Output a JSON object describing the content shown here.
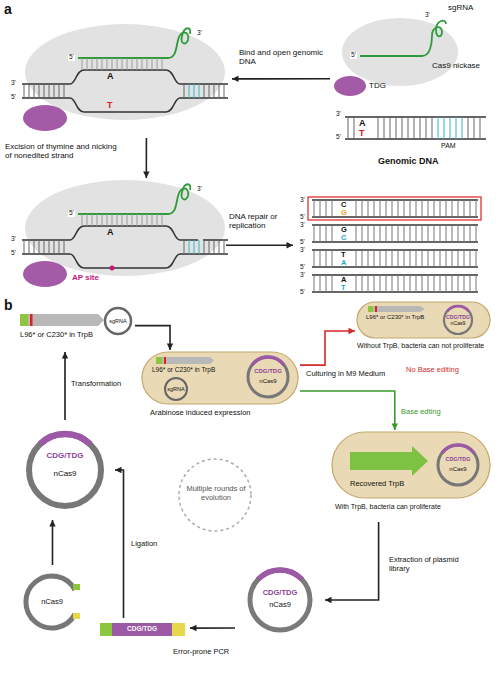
{
  "diagram": {
    "nodes": [
      {
        "text": [
          "sgRNA",
          "Cas9 nickase",
          "TDG"
        ]
      },
      {
        "text": [
          "A",
          "T",
          "PAM",
          "Genomic DNA"
        ]
      },
      {
        "text": [
          "A",
          "T"
        ]
      },
      {
        "text": [
          "A",
          "AP site"
        ]
      },
      {
        "text": [
          "C",
          "G",
          "G",
          "C",
          "T",
          "A",
          "A",
          "T"
        ]
      },
      {
        "text": [
          "L96* or C230* in TrpB",
          "sgRNA"
        ]
      },
      {
        "text": [
          "L96* or C230* in TrpB",
          "sgRNA",
          "CDG/TDG",
          "nCas9",
          "Arabinose induced expression"
        ]
      },
      {
        "text": [
          "L96* or C230* in TrpB",
          "CDG/TDG",
          "nCas9",
          "Without TrpB, bacteria can not proliferate"
        ]
      },
      {
        "text": [
          "Recovered TrpB",
          "CDG/TDG",
          "nCas9",
          "With TrpB, bacteria can proliferate"
        ]
      },
      {
        "text": [
          "CDG/TDG",
          "nCas9"
        ]
      },
      {
        "text": [
          "CDG/TDG"
        ]
      },
      {
        "text": [
          "nCas9"
        ]
      },
      {
        "text": [
          "CDG/TDG",
          "nCas9"
        ]
      }
    ],
    "edges": [
      {
        "from": 0,
        "to": 2,
        "arrow": "to",
        "label": "Bind and open genomic DNA"
      },
      {
        "from": 2,
        "to": 3,
        "arrow": "to",
        "label": "Excision of thymine and nicking of nonedited strand"
      },
      {
        "from": 3,
        "to": 4,
        "arrow": "to",
        "label": "DNA repair or replication"
      },
      {
        "from": 5,
        "to": 6,
        "arrow": "to"
      },
      {
        "from": 6,
        "to": 7,
        "arrow": "to",
        "label": "No Base editing"
      },
      {
        "from": 6,
        "to": 8,
        "arrow": "to",
        "label": "Base edting"
      },
      {
        "from": 8,
        "to": 9,
        "arrow": "to",
        "label": "Extraction of plasmid library"
      },
      {
        "from": 9,
        "to": 10,
        "arrow": "to",
        "label": "Error-prone PCR"
      },
      {
        "from": 10,
        "to": 12,
        "arrow": "to",
        "label": "Ligation"
      },
      {
        "from": 11,
        "to": 12,
        "arrow": "to"
      },
      {
        "from": 12,
        "to": 5,
        "arrow": "to",
        "label": "Transformation"
      }
    ],
    "labels": [
      "a",
      "b",
      "Culturing in M9 Medium",
      "Multiple rounds of evolution",
      "3'",
      "5'",
      "3'",
      "5'",
      "3'",
      "5'",
      "3'",
      "5'",
      "3'",
      "5'",
      "3'",
      "5'",
      "3'",
      "5'",
      "3'",
      "5'",
      "3'",
      "5'",
      "3'",
      "5'"
    ]
  }
}
